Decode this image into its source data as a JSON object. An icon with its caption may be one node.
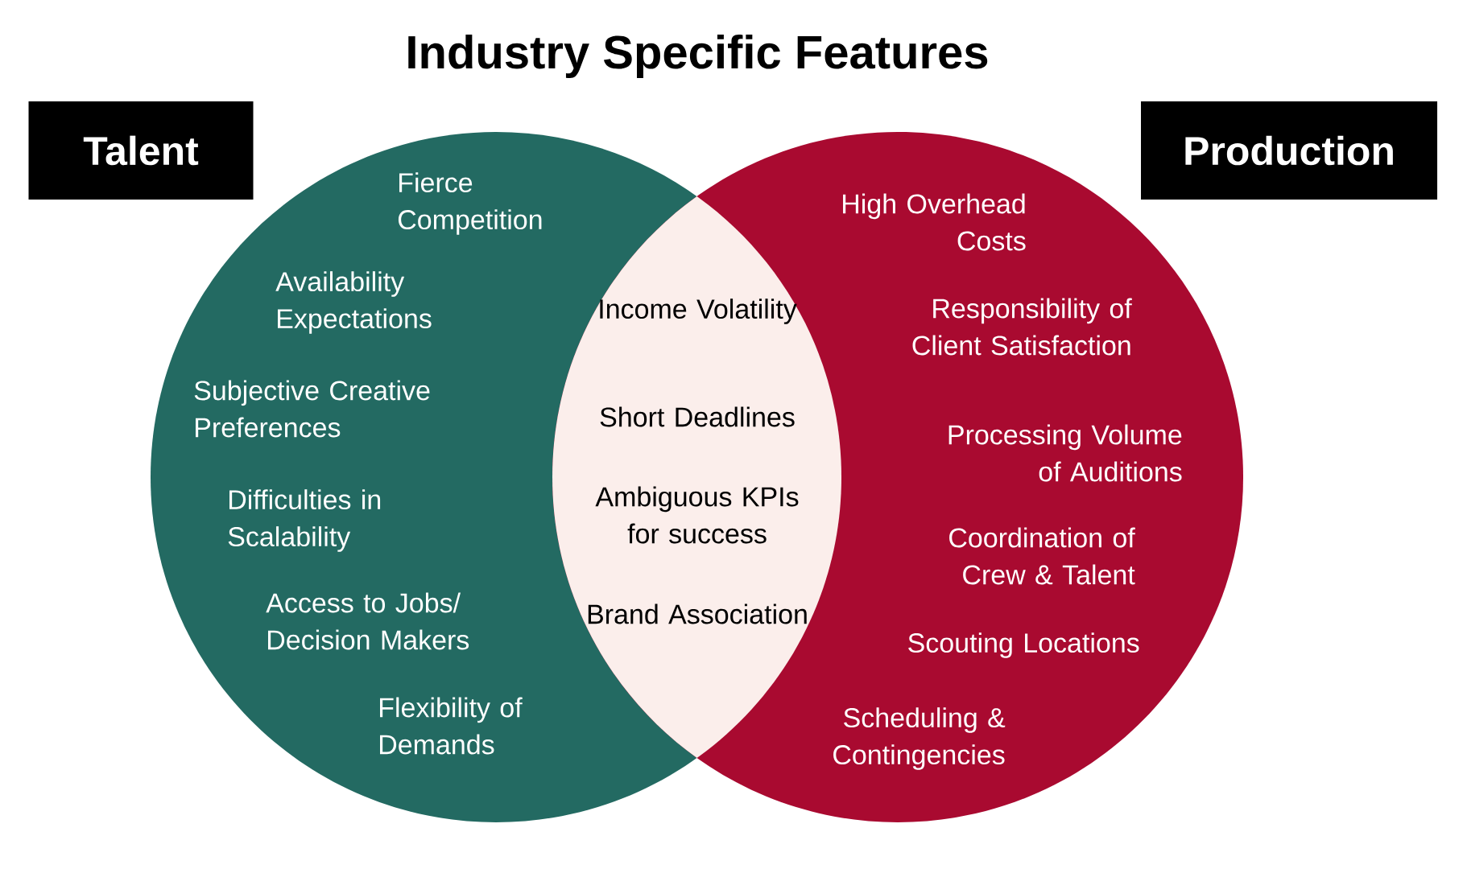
{
  "diagram": {
    "title": "Industry Specific Features",
    "nodes": [
      {
        "text": [
          "Talent"
        ]
      },
      {
        "text": [
          "Production"
        ]
      },
      {
        "text": [
          "Fierce Competition",
          "Availability Expectations",
          "Subjective Creative Preferences",
          "Difficulties in Scalability",
          "Access to Jobs/ Decision Makers",
          "Flexibility of Demands"
        ]
      },
      {
        "text": [
          "High Overhead Costs",
          "Responsibility of Client Satisfaction",
          "Processing Volume of Auditions",
          "Coordination of Crew & Talent",
          "Scouting Locations",
          "Scheduling & Contingencies"
        ]
      },
      {
        "text": [
          "Income Volatility",
          "Short Deadlines",
          "Ambiguous KPIs for success",
          "Brand Association"
        ]
      }
    ]
  }
}
